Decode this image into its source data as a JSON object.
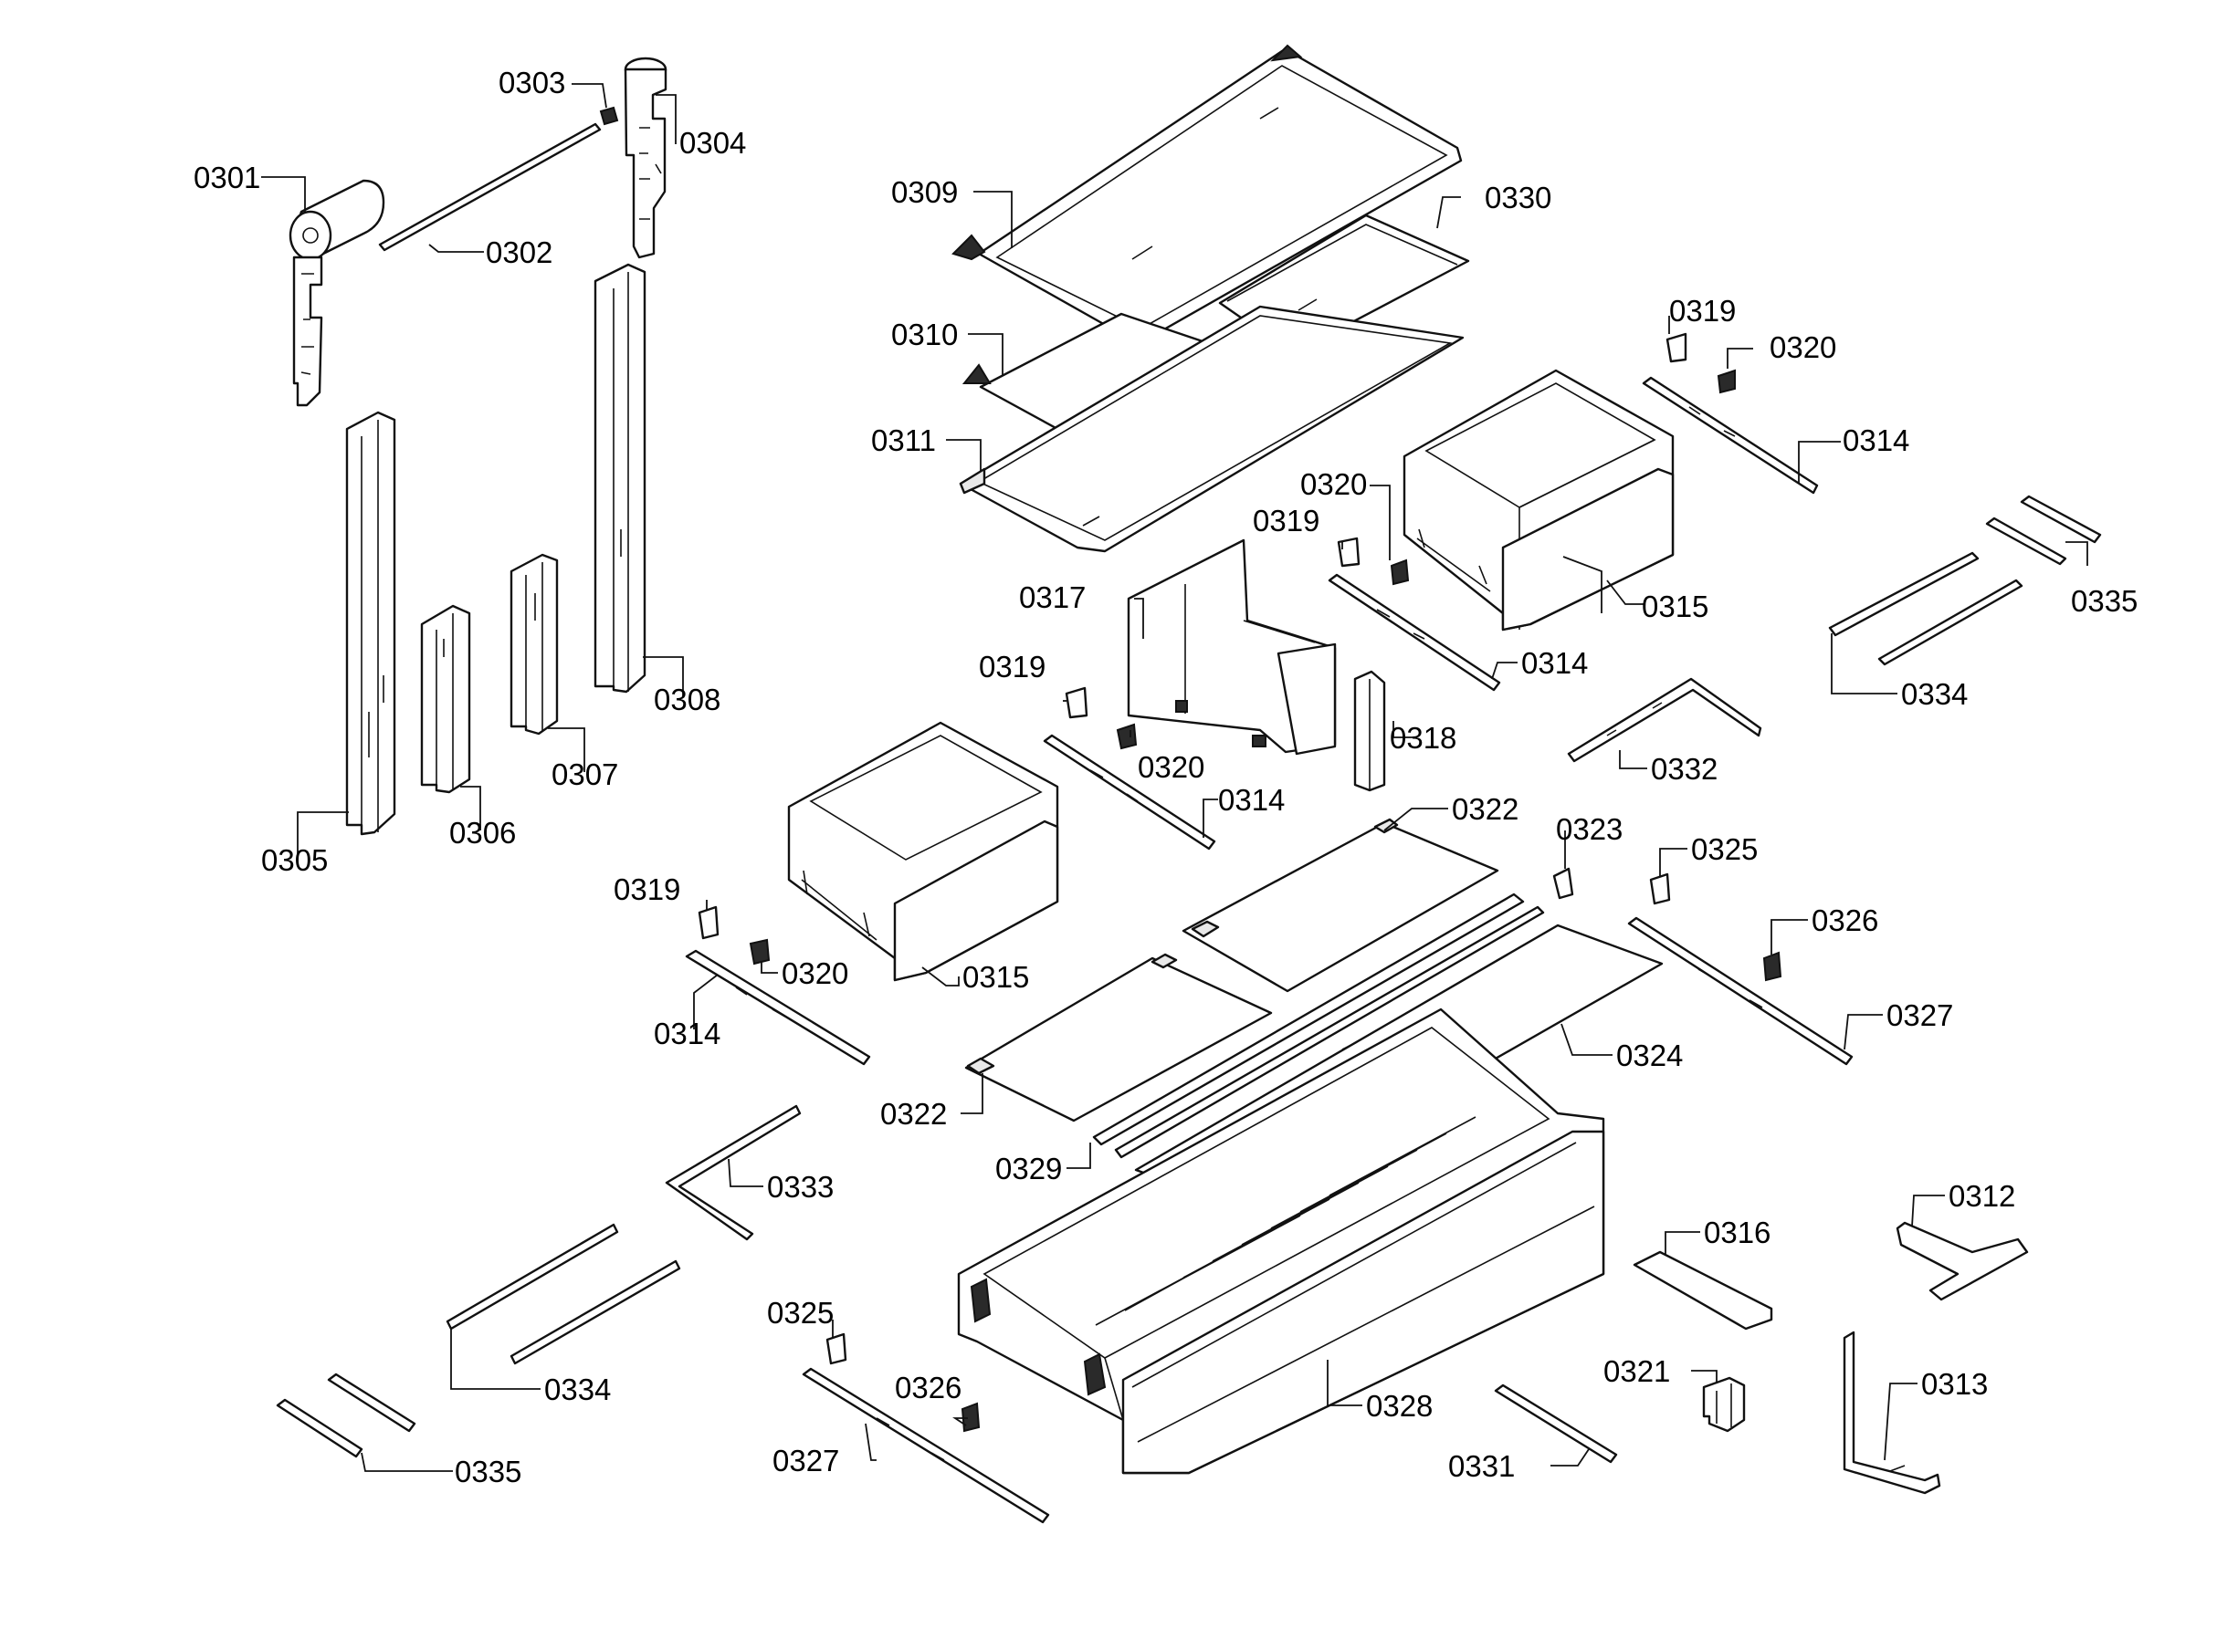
{
  "diagram": {
    "labels": {
      "l0301": "0301",
      "l0302": "0302",
      "l0303": "0303",
      "l0304": "0304",
      "l0305": "0305",
      "l0306": "0306",
      "l0307": "0307",
      "l0308": "0308",
      "l0309": "0309",
      "l0310": "0310",
      "l0311": "0311",
      "l0330": "0330",
      "l0317": "0317",
      "l0318": "0318",
      "l0319a": "0319",
      "l0320a": "0320",
      "l0314a": "0314",
      "l0315a": "0315",
      "l0319b": "0319",
      "l0320b": "0320",
      "l0314b": "0314",
      "l0319c": "0319",
      "l0320c": "0320",
      "l0314c": "0314",
      "l0319d": "0319",
      "l0320d": "0320",
      "l0314d": "0314",
      "l0315b": "0315",
      "l0335a": "0335",
      "l0334a": "0334",
      "l0332": "0332",
      "l0322a": "0322",
      "l0323": "0323",
      "l0325a": "0325",
      "l0326a": "0326",
      "l0327a": "0327",
      "l0324": "0324",
      "l0322b": "0322",
      "l0329": "0329",
      "l0333": "0333",
      "l0334b": "0334",
      "l0335b": "0335",
      "l0325b": "0325",
      "l0326b": "0326",
      "l0327b": "0327",
      "l0328": "0328",
      "l0316": "0316",
      "l0312": "0312",
      "l0321": "0321",
      "l0313": "0313",
      "l0331": "0331"
    }
  }
}
